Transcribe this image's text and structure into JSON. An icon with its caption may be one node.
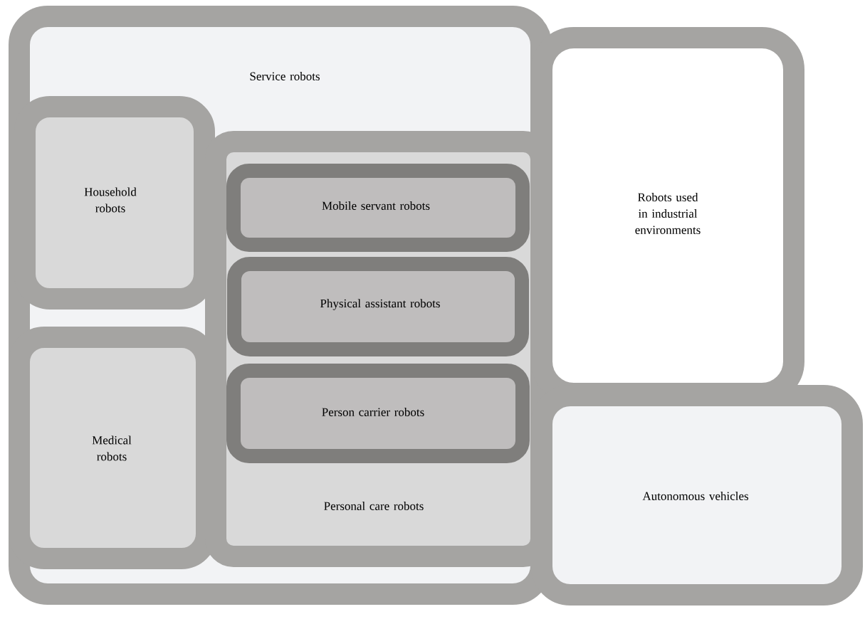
{
  "diagram": {
    "nodes": [
      {
        "text": [
          "Service robots"
        ]
      },
      {
        "text": [
          "Household robots"
        ],
        "in": 0
      },
      {
        "text": [
          "Medical robots"
        ],
        "in": 0
      },
      {
        "text": [
          "Personal care robots"
        ],
        "in": 0
      },
      {
        "text": [
          "Mobile servant robots"
        ],
        "in": 3
      },
      {
        "text": [
          "Physical assistant robots"
        ],
        "in": 3
      },
      {
        "text": [
          "Person carrier robots"
        ],
        "in": 3
      },
      {
        "text": [
          "Robots used in industrial environments"
        ]
      },
      {
        "text": [
          "Autonomous vehicles"
        ]
      }
    ]
  }
}
